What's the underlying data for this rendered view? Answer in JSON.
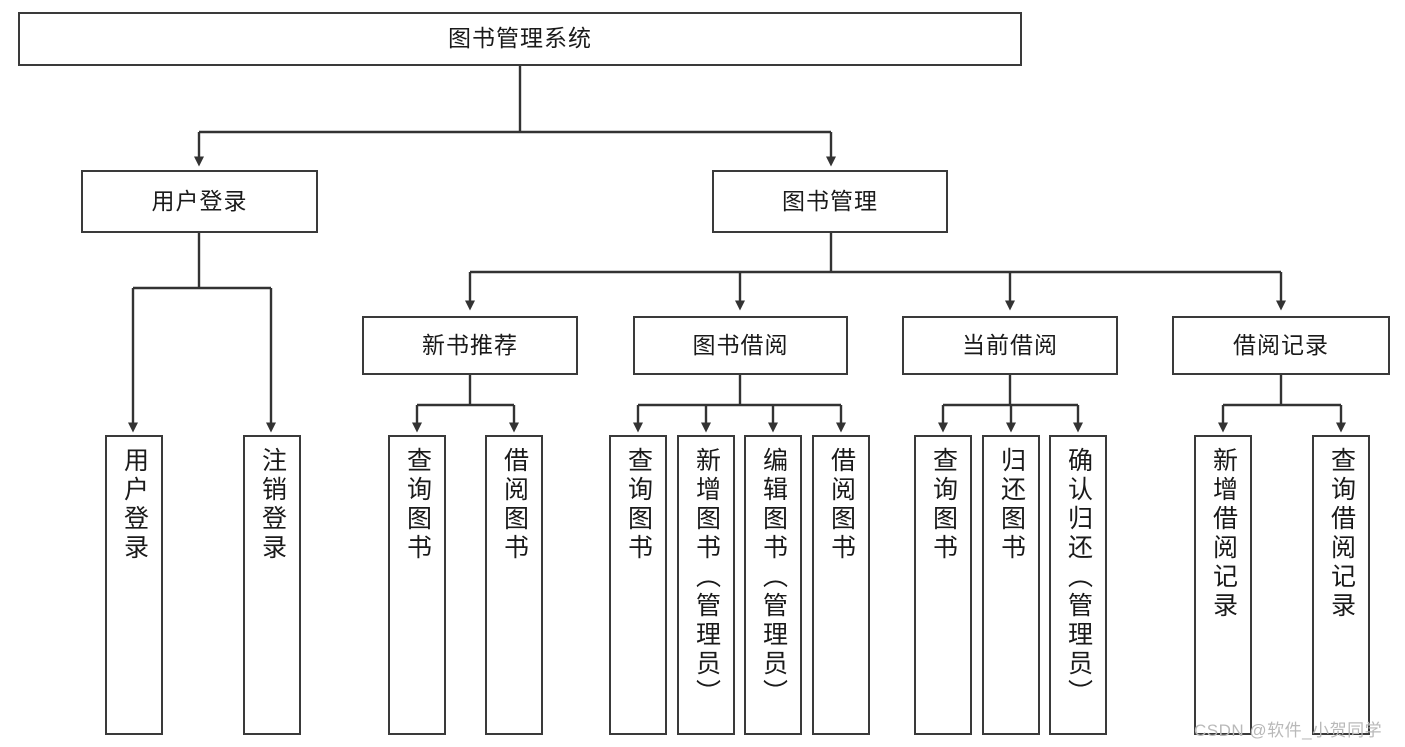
{
  "diagram": {
    "title": "图书管理系统",
    "type": "hierarchy-tree",
    "levels": 4,
    "colors": {
      "box_border": "#3a3a3a",
      "box_fill": "#ffffff",
      "connector": "#333333",
      "text": "#1a1a1a",
      "watermark": "#b9b9b9",
      "background": "#ffffff"
    },
    "root": {
      "label": "图书管理系统"
    },
    "level2": [
      {
        "label": "用户登录"
      },
      {
        "label": "图书管理"
      }
    ],
    "level3": [
      {
        "label": "新书推荐"
      },
      {
        "label": "图书借阅"
      },
      {
        "label": "当前借阅"
      },
      {
        "label": "借阅记录"
      }
    ],
    "leaves": {
      "user_login": [
        {
          "label": "用户登录"
        },
        {
          "label": "注销登录"
        }
      ],
      "new_book_recommend": [
        {
          "label": "查询图书"
        },
        {
          "label": "借阅图书"
        }
      ],
      "book_borrow": [
        {
          "label": "查询图书"
        },
        {
          "label": "新增图书（管理员）"
        },
        {
          "label": "编辑图书（管理员）"
        },
        {
          "label": "借阅图书"
        }
      ],
      "current_borrow": [
        {
          "label": "查询图书"
        },
        {
          "label": "归还图书"
        },
        {
          "label": "确认归还（管理员）"
        }
      ],
      "borrow_record": [
        {
          "label": "新增借阅记录"
        },
        {
          "label": "查询借阅记录"
        }
      ]
    }
  },
  "watermark": {
    "text": "CSDN @软件_小贺同学"
  }
}
